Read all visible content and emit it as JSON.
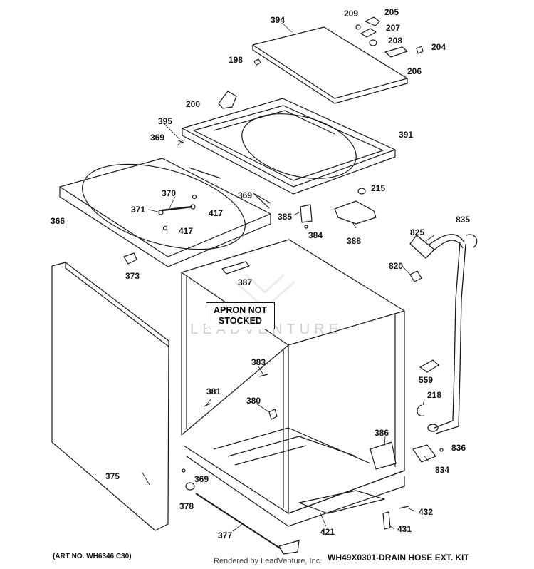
{
  "part_labels": [
    "394",
    "209",
    "205",
    "207",
    "208",
    "204",
    "206",
    "198",
    "200",
    "395",
    "391",
    "369",
    "369",
    "370",
    "371",
    "417",
    "417",
    "366",
    "215",
    "385",
    "384",
    "388",
    "835",
    "825",
    "373",
    "387",
    "820",
    "383",
    "559",
    "381",
    "218",
    "380",
    "386",
    "836",
    "834",
    "375",
    "369",
    "378",
    "432",
    "377",
    "421",
    "431"
  ],
  "apron_note": {
    "line1": "APRON NOT",
    "line2": "STOCKED"
  },
  "footer": {
    "art_no": "(ART NO. WH6346 C30)",
    "rendered_by": "Rendered by LeadVenture, Inc.",
    "kit": "WH49X0301-DRAIN HOSE EXT. KIT"
  },
  "watermark": {
    "text": "LEADVENTURE"
  }
}
